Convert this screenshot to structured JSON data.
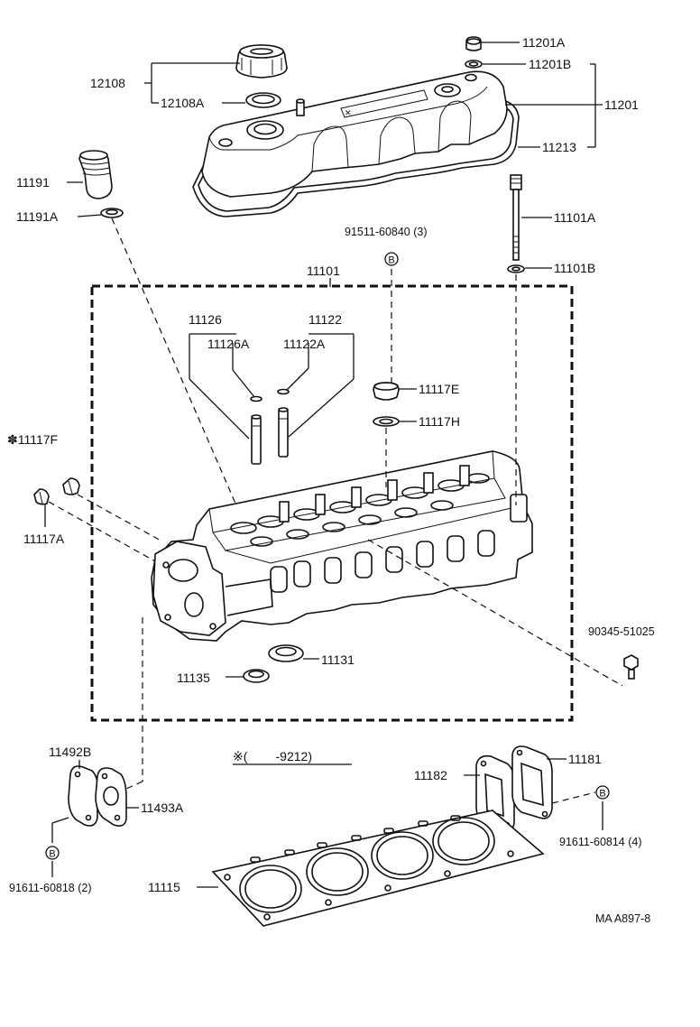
{
  "labels": {
    "p12108": "12108",
    "p12108A": "12108A",
    "p11201A": "11201A",
    "p11201B": "11201B",
    "p11201": "11201",
    "p11213": "11213",
    "p11191": "11191",
    "p11191A": "11191A",
    "p91511": "91511-60840 (3)",
    "p11101A": "11101A",
    "p11101B": "11101B",
    "p11101": "11101",
    "p11126": "11126",
    "p11126A": "11126A",
    "p11122": "11122",
    "p11122A": "11122A",
    "p11117E": "11117E",
    "p11117H": "11117H",
    "p11117F": "✽11117F",
    "p11117A": "11117A",
    "p90345": "90345-51025",
    "p11131": "11131",
    "p11135": "11135",
    "p11492B": "11492B",
    "p11493A": "11493A",
    "note": "※(        -9212)",
    "p11182": "11182",
    "p11181": "11181",
    "p91611_814": "91611-60814 (4)",
    "p91611_818": "91611-60818 (2)",
    "p11115": "11115",
    "ref": "MA A897-8",
    "markerB": "B"
  }
}
